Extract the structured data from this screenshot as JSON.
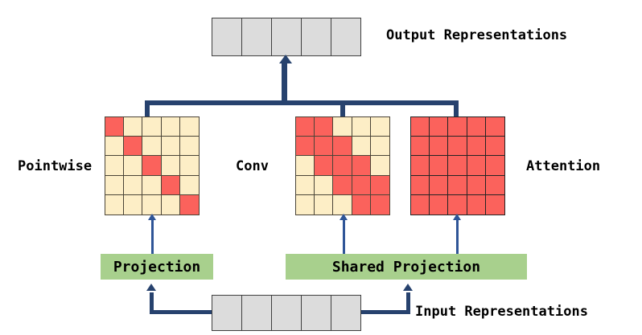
{
  "figure": {
    "title_present": false,
    "colors": {
      "active_cell": "#fb625c",
      "inactive_cell": "#fdeec6",
      "representation_cell": "#dcdcdc",
      "projection_box": "#a8d08d",
      "connector_thick": "#27426e",
      "connector_thin": "#2f5597",
      "matrix_border_warm": "#4a4437",
      "matrix_border_dark": "#242424"
    }
  },
  "output": {
    "label": "Output Representations",
    "cells": 5
  },
  "input": {
    "label": "Input Representations",
    "cells": 5
  },
  "branches": [
    {
      "key": "pointwise",
      "label": "Pointwise",
      "label_side": "left",
      "matrix": {
        "rows": 5,
        "cols": 5,
        "pattern_name": "diagonal",
        "mask": [
          [
            1,
            0,
            0,
            0,
            0
          ],
          [
            0,
            1,
            0,
            0,
            0
          ],
          [
            0,
            0,
            1,
            0,
            0
          ],
          [
            0,
            0,
            0,
            1,
            0
          ],
          [
            0,
            0,
            0,
            0,
            1
          ]
        ]
      }
    },
    {
      "key": "conv",
      "label": "Conv",
      "label_side": "left",
      "matrix": {
        "rows": 5,
        "cols": 5,
        "pattern_name": "banded",
        "mask": [
          [
            1,
            1,
            0,
            0,
            0
          ],
          [
            1,
            1,
            1,
            0,
            0
          ],
          [
            0,
            1,
            1,
            1,
            0
          ],
          [
            0,
            0,
            1,
            1,
            1
          ],
          [
            0,
            0,
            0,
            1,
            1
          ]
        ]
      }
    },
    {
      "key": "attention",
      "label": "Attention",
      "label_side": "right",
      "matrix": {
        "rows": 5,
        "cols": 5,
        "pattern_name": "dense",
        "mask": [
          [
            1,
            1,
            1,
            1,
            1
          ],
          [
            1,
            1,
            1,
            1,
            1
          ],
          [
            1,
            1,
            1,
            1,
            1
          ],
          [
            1,
            1,
            1,
            1,
            1
          ],
          [
            1,
            1,
            1,
            1,
            1
          ]
        ]
      }
    }
  ],
  "projections": {
    "private": {
      "label": "Projection",
      "feeds": [
        "pointwise"
      ]
    },
    "shared": {
      "label": "Shared Projection",
      "feeds": [
        "conv",
        "attention"
      ]
    }
  }
}
